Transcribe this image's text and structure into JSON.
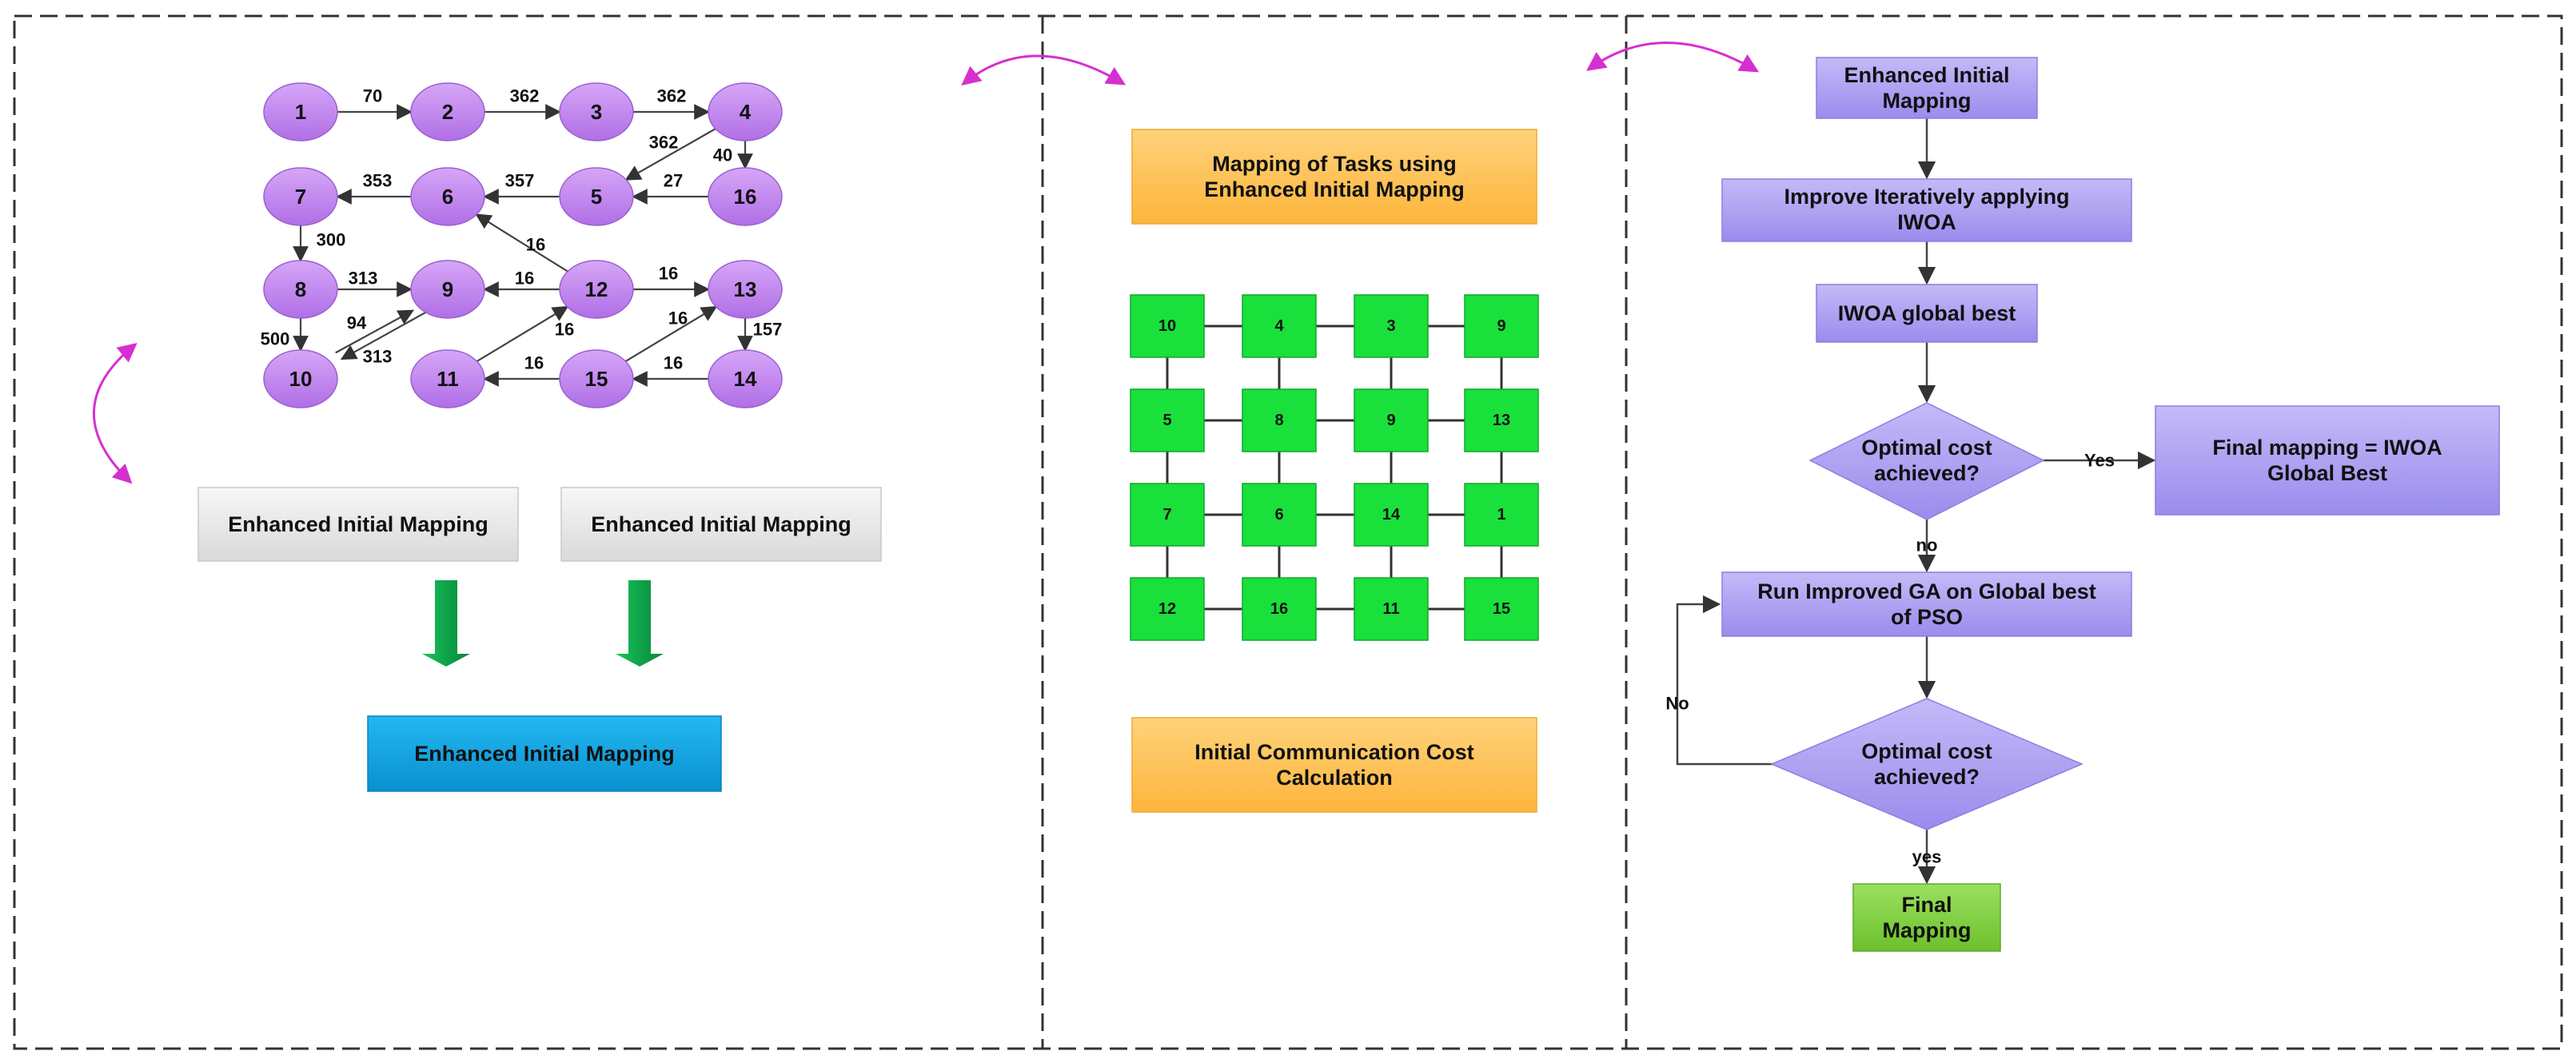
{
  "colors": {
    "node_fill": "#c081ee",
    "grid_fill": "#19e03a",
    "orange_box": "#ffc04c",
    "blue_box": "#0fa9e8",
    "grey_box": "#e8e8e8",
    "purple_box": "#a79cf0",
    "final_box": "#7ed03c",
    "arrow_green": "#0aa63c",
    "magenta_arrow": "#d62fd0",
    "divider": "#333333"
  },
  "task_graph": {
    "nodes": [
      "1",
      "2",
      "3",
      "4",
      "5",
      "6",
      "7",
      "8",
      "9",
      "10",
      "11",
      "12",
      "13",
      "14",
      "15",
      "16"
    ],
    "edge_labels": [
      "70",
      "362",
      "362",
      "362",
      "40",
      "27",
      "357",
      "353",
      "300",
      "313",
      "94",
      "500",
      "313",
      "16",
      "16",
      "16",
      "16",
      "16",
      "157",
      "16",
      "16"
    ]
  },
  "left_panel": {
    "grey_box_1": "Enhanced Initial Mapping",
    "grey_box_2": "Enhanced Initial Mapping",
    "blue_box": "Enhanced Initial Mapping"
  },
  "middle_panel": {
    "top_box_line1": "Mapping of Tasks using",
    "top_box_line2": "Enhanced Initial Mapping",
    "grid": [
      [
        "10",
        "4",
        "3",
        "9"
      ],
      [
        "5",
        "8",
        "9",
        "13"
      ],
      [
        "7",
        "6",
        "14",
        "1"
      ],
      [
        "12",
        "16",
        "11",
        "15"
      ]
    ],
    "bottom_box_line1": "Initial Communication Cost",
    "bottom_box_line2": "Calculation"
  },
  "flowchart": {
    "step1_line1": "Enhanced Initial",
    "step1_line2": "Mapping",
    "step2_line1": "Improve Iteratively applying",
    "step2_line2": "IWOA",
    "step3": "IWOA global best",
    "decision1_line1": "Optimal cost",
    "decision1_line2": "achieved?",
    "yes_label": "Yes",
    "final1_line1": "Final mapping = IWOA",
    "final1_line2": "Global Best",
    "no_label": "no",
    "step4_line1": "Run Improved GA on Global best",
    "step4_line2": "of PSO",
    "loop_no_label": "No",
    "decision2_line1": "Optimal cost",
    "decision2_line2": "achieved?",
    "yes2_label": "yes",
    "final2_line1": "Final",
    "final2_line2": "Mapping"
  }
}
